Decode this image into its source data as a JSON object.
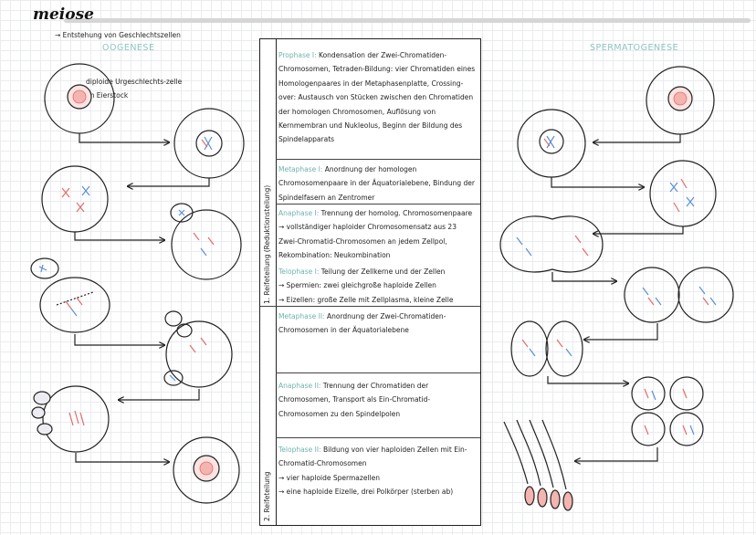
{
  "header": {
    "title": "meiose",
    "subtitle": "→ Entstehung von Geschlechtszellen",
    "oogenese": "OOGENESE",
    "spermatogenese": "SPERMATOGENESE",
    "oogenese_note": "diploide Urgeschlechts-zelle im Eierstock"
  },
  "table": {
    "division1_label": "1. Reifeteilung (Reduktionsteilung)",
    "division2_label": "2. Reifeteilung",
    "prophase1": {
      "head": "Prophase I:",
      "text": "Kondensation der Zwei-Chromatiden-Chromosomen, Tetraden-Bildung: vier Chromatiden eines Homologenpaares in der Metaphasenplatte, Crossing-over: Austausch von Stücken zwischen den Chromatiden der homologen Chromosomen, Auflösung von Kernmembran und Nukleolus, Beginn der Bildung des Spindelapparats"
    },
    "metaphase1": {
      "head": "Metaphase I:",
      "text": "Anordnung der homologen Chromosomenpaare in der Äquatorialebene, Bindung der Spindelfasern an Zentromer"
    },
    "anaphase1": {
      "head": "Anaphase I:",
      "text": "Trennung der homolog. Chromosomenpaare → vollständiger haploider Chromosomensatz aus 23 Zwei-Chromatid-Chromosomen an jedem Zellpol, Rekombination: Neukombination"
    },
    "telophase1": {
      "head": "Telophase I:",
      "text": "Teilung der Zellkerne und der Zellen",
      "line2": "→ Spermien: zwei gleichgroße haploide Zellen",
      "line3": "→ Eizellen: große Zelle mit Zellplasma, kleine Zelle"
    },
    "metaphase2": {
      "head": "Metaphase II:",
      "text": "Anordnung der Zwei-Chromatiden-Chromosomen in der Äquatorialebene"
    },
    "anaphase2": {
      "head": "Anaphase II:",
      "text": "Trennung der Chromatiden der Chromosomen, Transport als Ein-Chromatid-Chromosomen zu den Spindelpolen"
    },
    "telophase2": {
      "head": "Telophase II:",
      "text": "Bildung von vier haploiden Zellen mit Ein-Chromatid-Chromosomen",
      "line2": "→ vier haploide Spermazellen",
      "line3": "→ eine haploide Eizelle, drei Polkörper (sterben ab)"
    }
  },
  "colors": {
    "accent": "#6fb3ad",
    "chromosome_red": "#e36b6b",
    "chromosome_blue": "#5b8fd6",
    "nucleus_pink": "#f4b4b0"
  }
}
